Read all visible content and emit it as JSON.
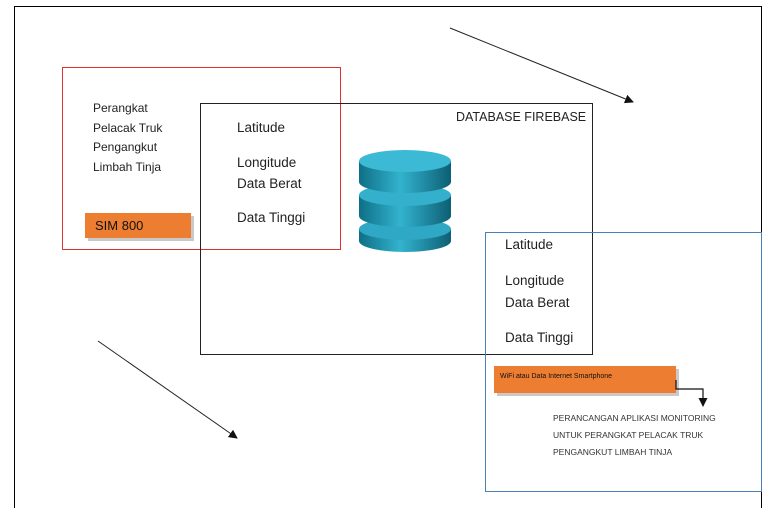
{
  "device": {
    "lines": [
      "Perangkat",
      "Pelacak Truk",
      "Pengangkut",
      "Limbah Tinja"
    ],
    "module_label": "SIM 800"
  },
  "database": {
    "title": "DATABASE FIREBASE",
    "fields": [
      "Latitude",
      "Longitude",
      "Data Berat",
      "Data Tinggi"
    ],
    "icon": "database-icon",
    "icon_color": "#1f9bb8"
  },
  "app": {
    "fields": [
      "Latitude",
      "Longitude",
      "Data Berat",
      "Data Tinggi"
    ],
    "connection_label": "WiFi atau Data Internet Smartphone",
    "description_lines": [
      "PERANCANGAN APLIKASI MONITORING",
      "UNTUK PERANGKAT PELACAK TRUK",
      "PENGANGKUT LIMBAH TINJA"
    ]
  },
  "colors": {
    "device_border": "#e03030",
    "app_border": "#4a7fb8",
    "module_fill": "#ed7d31"
  }
}
